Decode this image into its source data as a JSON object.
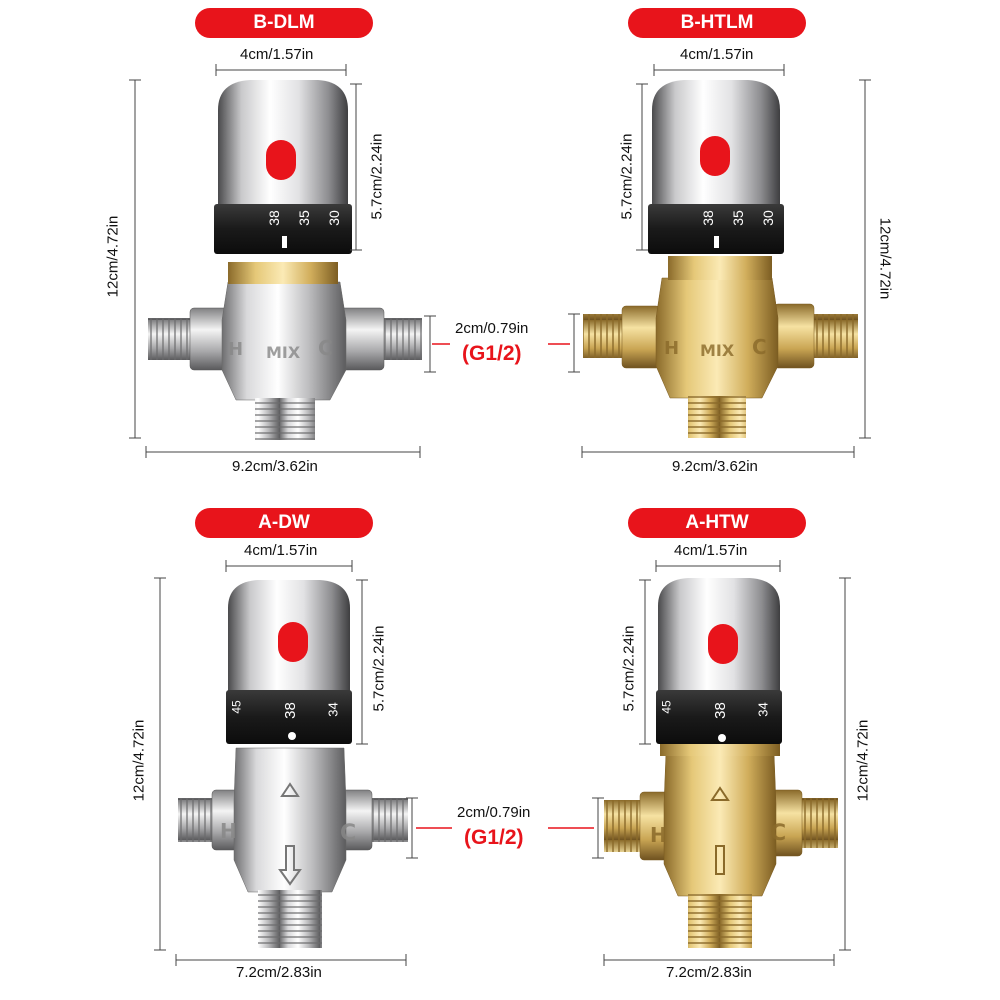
{
  "accent_color": "#e8141b",
  "products": [
    {
      "model": "B-DLM",
      "finish": "chrome",
      "width_label": "4cm/1.57in",
      "cap_height_label": "5.7cm/2.24in",
      "total_height_label": "12cm/4.72in",
      "base_width_label": "9.2cm/3.62in",
      "dial_numbers": [
        "38",
        "35",
        "30"
      ],
      "body_marks": [
        "H",
        "MIX",
        "C"
      ]
    },
    {
      "model": "B-HTLM",
      "finish": "brass",
      "width_label": "4cm/1.57in",
      "cap_height_label": "5.7cm/2.24in",
      "total_height_label": "12cm/4.72in",
      "base_width_label": "9.2cm/3.62in",
      "dial_numbers": [
        "38",
        "35",
        "30"
      ],
      "body_marks": [
        "H",
        "MIX",
        "C"
      ]
    },
    {
      "model": "A-DW",
      "finish": "chrome",
      "width_label": "4cm/1.57in",
      "cap_height_label": "5.7cm/2.24in",
      "total_height_label": "12cm/4.72in",
      "base_width_label": "7.2cm/2.83in",
      "dial_numbers": [
        "45",
        "38",
        "34"
      ],
      "body_marks": [
        "H",
        "C"
      ]
    },
    {
      "model": "A-HTW",
      "finish": "brass",
      "width_label": "4cm/1.57in",
      "cap_height_label": "5.7cm/2.24in",
      "total_height_label": "12cm/4.72in",
      "base_width_label": "7.2cm/2.83in",
      "dial_numbers": [
        "45",
        "38",
        "34"
      ],
      "body_marks": [
        "H",
        "C"
      ]
    }
  ],
  "thread_top": {
    "size_label": "2cm/0.79in",
    "thread_label": "(G1/2)"
  },
  "thread_bottom": {
    "size_label": "2cm/0.79in",
    "thread_label": "(G1/2)"
  }
}
